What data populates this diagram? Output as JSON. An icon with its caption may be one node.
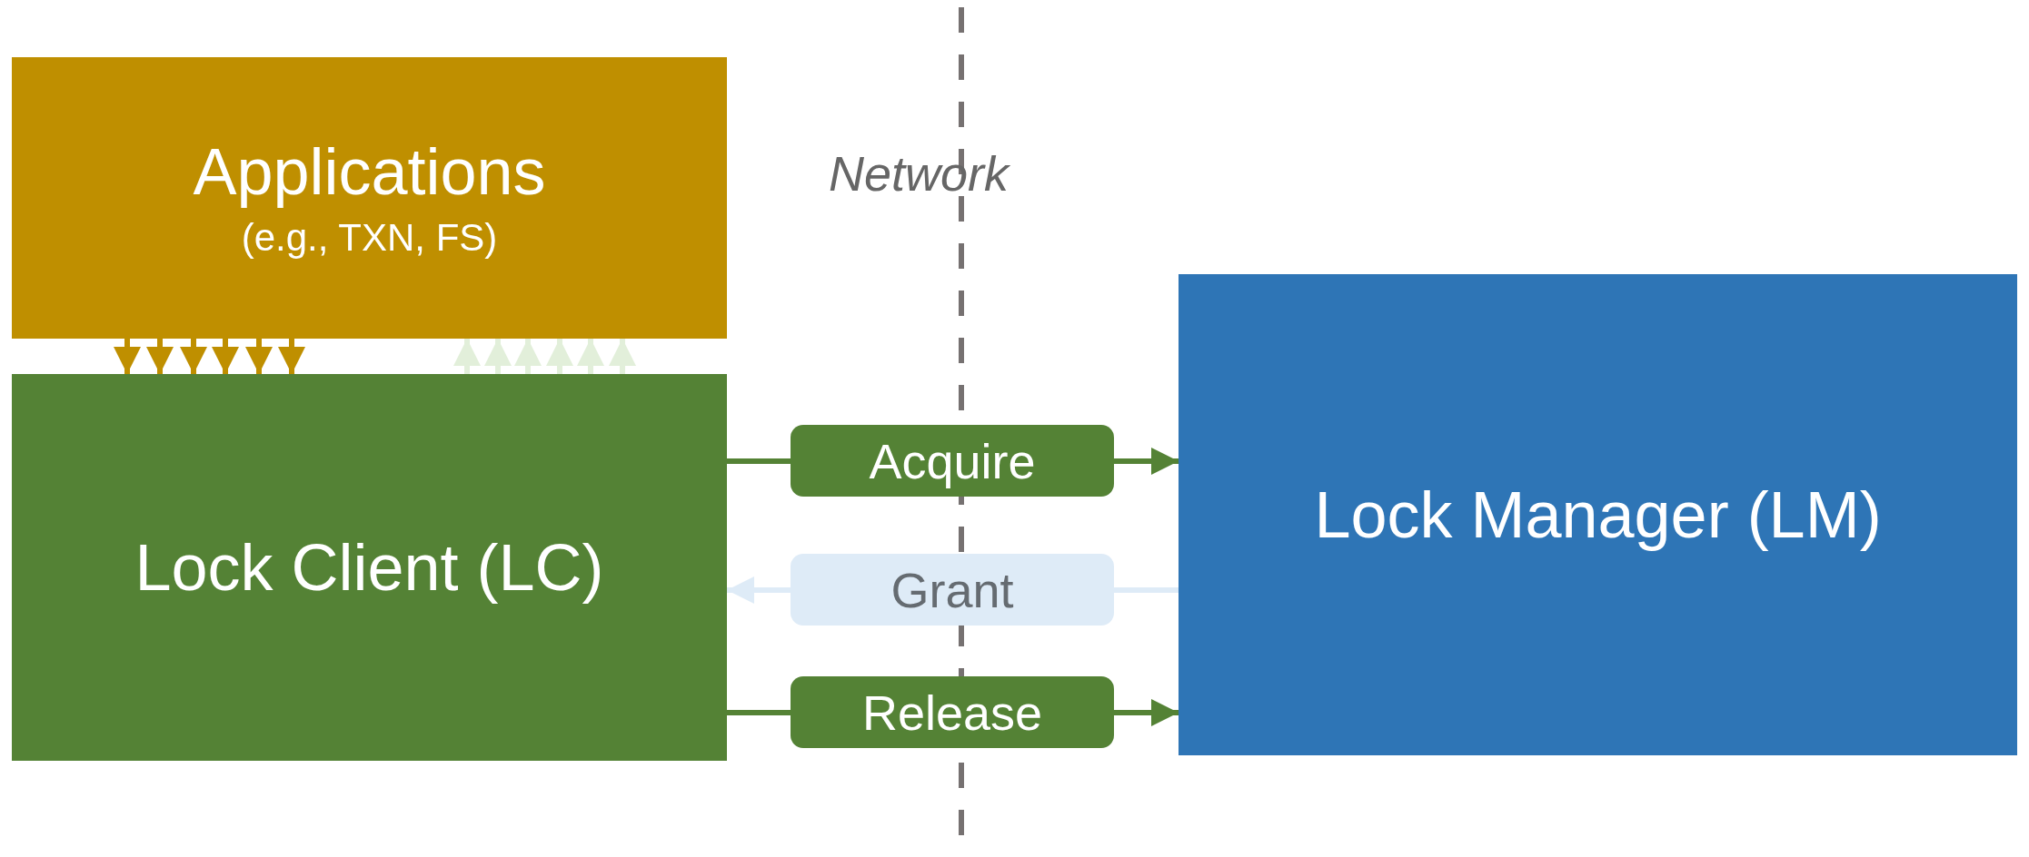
{
  "diagram": {
    "nodes": [
      {
        "text": [
          "Applications",
          "(e.g., TXN, FS)"
        ]
      },
      {
        "text": [
          "Lock Client (LC)"
        ]
      },
      {
        "text": [
          "Lock Manager (LM)"
        ]
      }
    ],
    "edges": [
      {
        "from": 0,
        "to": 1,
        "arrow": "to",
        "color": "#bf8f00"
      },
      {
        "from": 0,
        "to": 1,
        "arrow": "to",
        "color": "#bf8f00"
      },
      {
        "from": 0,
        "to": 1,
        "arrow": "to",
        "color": "#bf8f00"
      },
      {
        "from": 0,
        "to": 1,
        "arrow": "to",
        "color": "#bf8f00"
      },
      {
        "from": 0,
        "to": 1,
        "arrow": "to",
        "color": "#bf8f00"
      },
      {
        "from": 0,
        "to": 1,
        "arrow": "to",
        "color": "#bf8f00"
      },
      {
        "from": 1,
        "to": 0,
        "arrow": "to",
        "color": "#e2efda"
      },
      {
        "from": 1,
        "to": 0,
        "arrow": "to",
        "color": "#e2efda"
      },
      {
        "from": 1,
        "to": 0,
        "arrow": "to",
        "color": "#e2efda"
      },
      {
        "from": 1,
        "to": 0,
        "arrow": "to",
        "color": "#e2efda"
      },
      {
        "from": 1,
        "to": 0,
        "arrow": "to",
        "color": "#e2efda"
      },
      {
        "from": 1,
        "to": 0,
        "arrow": "to",
        "color": "#e2efda"
      },
      {
        "from": 1,
        "to": 2,
        "arrow": "to",
        "label": "Acquire",
        "color": "#548235"
      },
      {
        "from": 2,
        "to": 1,
        "arrow": "to",
        "label": "Grant",
        "color": "#deebf7"
      },
      {
        "from": 1,
        "to": 2,
        "arrow": "to",
        "label": "Release",
        "color": "#548235"
      }
    ],
    "labels": [
      "Network"
    ]
  }
}
